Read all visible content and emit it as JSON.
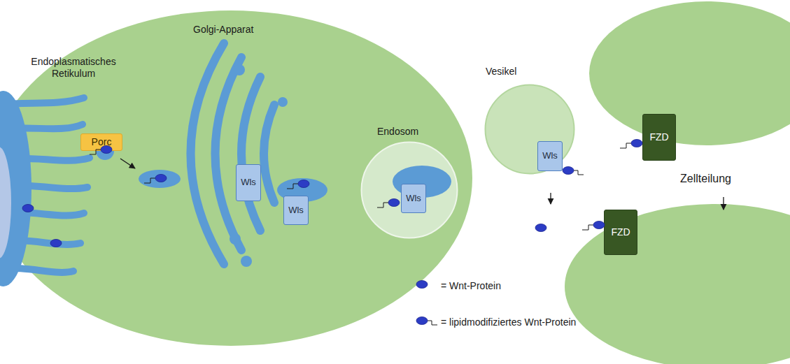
{
  "diagram": {
    "nodes": [
      {
        "text": [
          "Porc"
        ]
      },
      {
        "text": [
          "Wls"
        ]
      },
      {
        "text": [
          "Wls"
        ]
      },
      {
        "text": [
          "Endosom"
        ]
      },
      {
        "text": [
          "Wls"
        ],
        "in": 3
      },
      {
        "text": [
          "Vesikel"
        ]
      },
      {
        "text": [
          "Wls"
        ],
        "in": 5
      },
      {
        "text": [
          "FZD"
        ]
      },
      {
        "text": [
          "FZD"
        ]
      }
    ],
    "labels": [
      "Endoplasmatisches Retikulum",
      "Golgi-Apparat",
      "Zellteilung"
    ],
    "legend": [
      {
        "text": "= Wnt-Protein"
      },
      {
        "text": "= lipidmodifiziertes Wnt-Protein"
      }
    ]
  }
}
